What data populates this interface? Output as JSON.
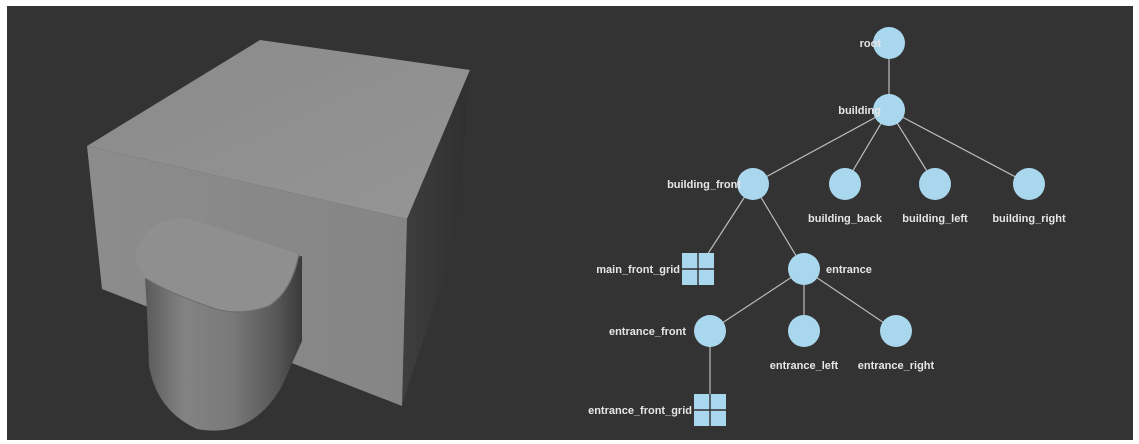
{
  "colors": {
    "background": "#333333",
    "node_fill": "#a9d8ee",
    "edge": "#bdbdbd",
    "label": "#e6e6e6"
  },
  "render_view": {
    "subject": "grey building mass with cylindrical entrance"
  },
  "tree": {
    "nodes": [
      {
        "id": "root",
        "label": "root",
        "shape": "circle"
      },
      {
        "id": "building",
        "label": "building",
        "shape": "circle"
      },
      {
        "id": "building_front",
        "label": "building_front",
        "shape": "circle"
      },
      {
        "id": "building_back",
        "label": "building_back",
        "shape": "circle"
      },
      {
        "id": "building_left",
        "label": "building_left",
        "shape": "circle"
      },
      {
        "id": "building_right",
        "label": "building_right",
        "shape": "circle"
      },
      {
        "id": "main_front_grid",
        "label": "main_front_grid",
        "shape": "grid"
      },
      {
        "id": "entrance",
        "label": "entrance",
        "shape": "circle"
      },
      {
        "id": "entrance_front",
        "label": "entrance_front",
        "shape": "circle"
      },
      {
        "id": "entrance_left",
        "label": "entrance_left",
        "shape": "circle"
      },
      {
        "id": "entrance_right",
        "label": "entrance_right",
        "shape": "circle"
      },
      {
        "id": "entrance_front_grid",
        "label": "entrance_front_grid",
        "shape": "grid"
      }
    ],
    "edges": [
      [
        "root",
        "building"
      ],
      [
        "building",
        "building_front"
      ],
      [
        "building",
        "building_back"
      ],
      [
        "building",
        "building_left"
      ],
      [
        "building",
        "building_right"
      ],
      [
        "building_front",
        "main_front_grid"
      ],
      [
        "building_front",
        "entrance"
      ],
      [
        "entrance",
        "entrance_front"
      ],
      [
        "entrance",
        "entrance_left"
      ],
      [
        "entrance",
        "entrance_right"
      ],
      [
        "entrance_front",
        "entrance_front_grid"
      ]
    ]
  }
}
